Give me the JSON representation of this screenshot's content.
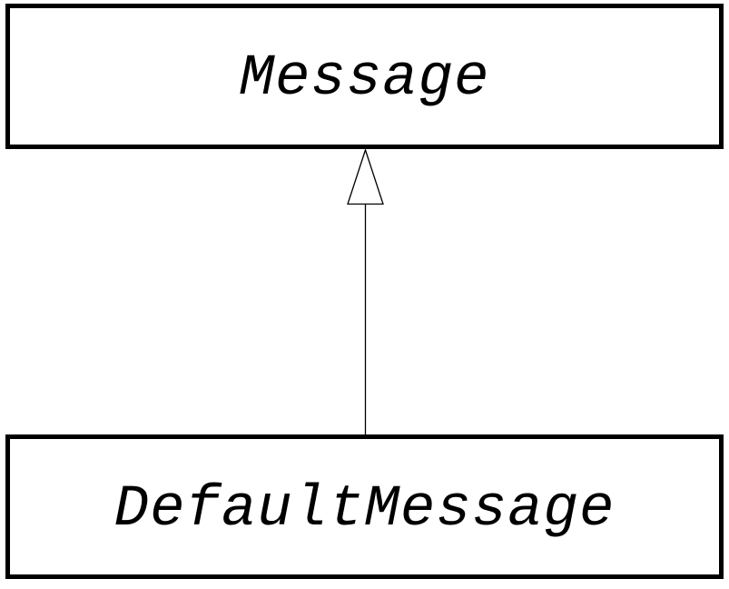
{
  "diagram": {
    "type": "uml-class-diagram",
    "nodes": [
      {
        "id": "message",
        "label": "Message",
        "stereotype": "interface-or-abstract (italic name)"
      },
      {
        "id": "default-message",
        "label": "DefaultMessage",
        "stereotype": "interface-or-abstract (italic name)"
      }
    ],
    "edges": [
      {
        "from": "DefaultMessage",
        "to": "Message",
        "type": "generalization",
        "arrowhead": "hollow-triangle",
        "direction": "up"
      }
    ]
  },
  "colors": {
    "background": "#ffffff",
    "box_border": "#000000",
    "text": "#000000",
    "edge_line": "#000000",
    "arrowhead_fill": "#ffffff",
    "arrowhead_stroke": "#000000"
  }
}
